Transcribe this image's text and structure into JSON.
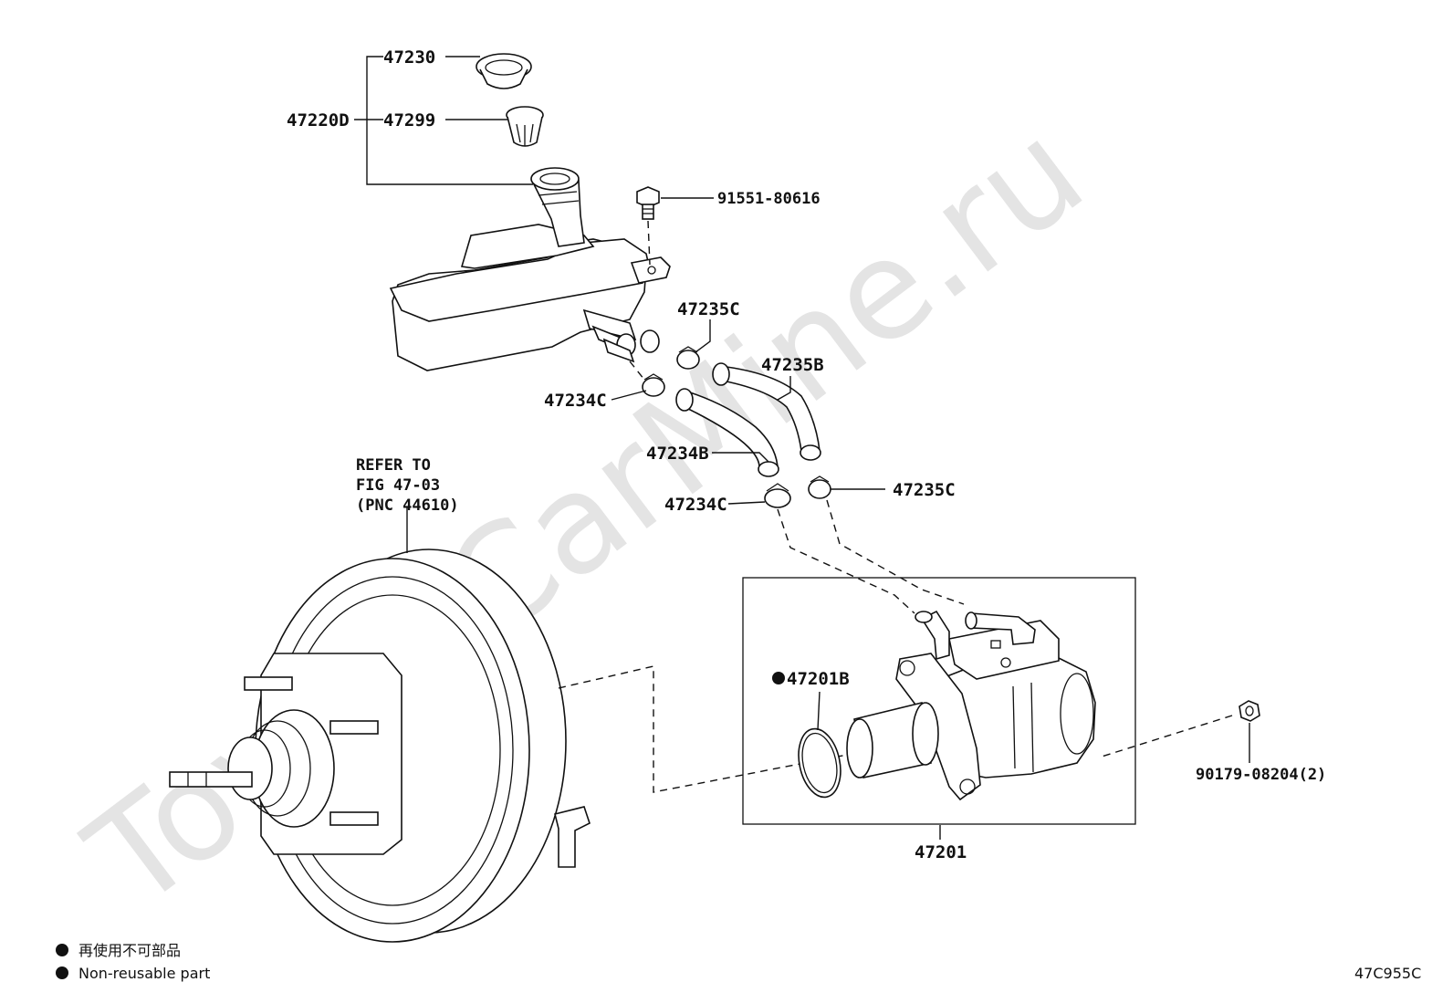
{
  "watermark": "ToyotaCarMine.ru",
  "labels": {
    "p47230": "47230",
    "p47220D": "47220D",
    "p47299": "47299",
    "p91551": "91551-80616",
    "p47235C_top": "47235C",
    "p47235B": "47235B",
    "p47234C_top": "47234C",
    "p47234B": "47234B",
    "p47234C_bottom": "47234C",
    "p47235C_bottom": "47235C",
    "p47201B": "47201B",
    "p90179": "90179-08204(2)",
    "p47201": "47201"
  },
  "reference_note": {
    "line1": "REFER TO",
    "line2": "FIG 47-03",
    "line3": "(PNC 44610)"
  },
  "legend": {
    "item1": "再使用不可部品",
    "item2": "Non-reusable part"
  },
  "figure_code": "47C955C"
}
